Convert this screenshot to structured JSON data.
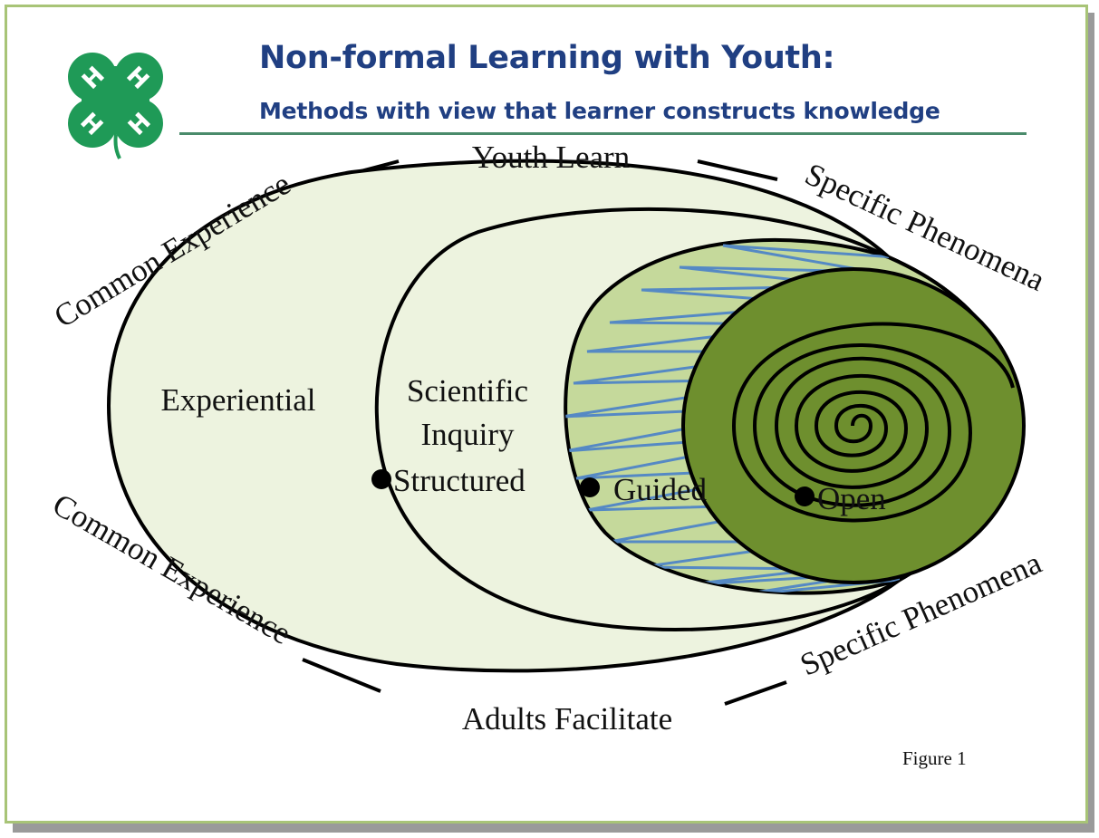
{
  "header": {
    "title": "Non-formal Learning with Youth:",
    "subtitle": "Methods with view that learner constructs knowledge"
  },
  "logo": {
    "icon": "four-h-clover-icon",
    "letter": "H",
    "color": "#1f9a57"
  },
  "diagram": {
    "top_label": "Youth Learn",
    "bottom_label": "Adults Facilitate",
    "left_top_label": "Common Experience",
    "left_bottom_label": "Common Experience",
    "right_top_label": "Specific Phenomena",
    "right_bottom_label": "Specific Phenomena",
    "experiential_label": "Experiential",
    "scientific_label_line1": "Scientific",
    "scientific_label_line2": "Inquiry",
    "points": {
      "structured": "Structured",
      "guided": "Guided",
      "open": "Open"
    },
    "colors": {
      "outer_fill": "#edf3df",
      "guided_fill": "#c5d99b",
      "open_fill": "#6e8f2e",
      "zigzag": "#5589c4",
      "outline": "#000000"
    }
  },
  "footer": {
    "figure_caption": "Figure 1"
  }
}
